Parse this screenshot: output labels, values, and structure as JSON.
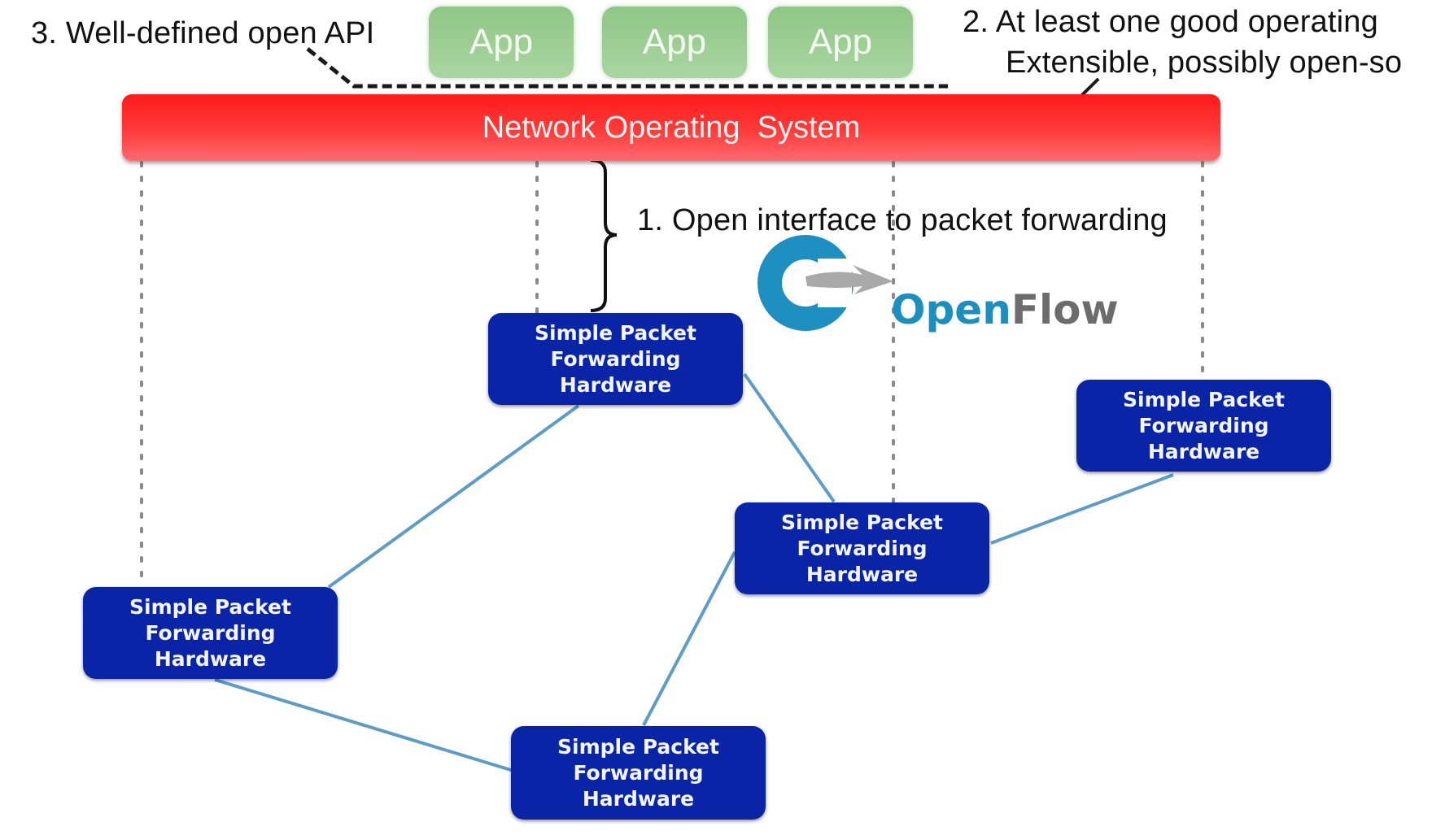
{
  "annotations": {
    "api": "3. Well-defined open API",
    "os_line1": "2. At least one good operating",
    "os_line2": "Extensible, possibly open-so",
    "interface": "1. Open interface to packet forwarding"
  },
  "apps": [
    {
      "label": "App"
    },
    {
      "label": "App"
    },
    {
      "label": "App"
    }
  ],
  "nos": {
    "label": "Network Operating  System"
  },
  "logo": {
    "name": "openflow-logo",
    "word1": "Open",
    "word2": "Flow"
  },
  "hardware": [
    {
      "id": "hw-top",
      "line1": "Simple Packet",
      "line2": "Forwarding",
      "line3": "Hardware"
    },
    {
      "id": "hw-right",
      "line1": "Simple Packet",
      "line2": "Forwarding",
      "line3": "Hardware"
    },
    {
      "id": "hw-middle",
      "line1": "Simple Packet",
      "line2": "Forwarding",
      "line3": "Hardware"
    },
    {
      "id": "hw-left",
      "line1": "Simple Packet",
      "line2": "Forwarding",
      "line3": "Hardware"
    },
    {
      "id": "hw-bottom",
      "line1": "Simple Packet",
      "line2": "Forwarding",
      "line3": "Hardware"
    }
  ],
  "links": [
    {
      "from": "hw-top",
      "to": "hw-left"
    },
    {
      "from": "hw-top",
      "to": "hw-middle"
    },
    {
      "from": "hw-middle",
      "to": "hw-right"
    },
    {
      "from": "hw-middle",
      "to": "hw-bottom"
    },
    {
      "from": "hw-left",
      "to": "hw-bottom"
    }
  ],
  "colors": {
    "nos_red": "#ff2a2a",
    "app_green": "#9ccf93",
    "hardware_blue": "#0a24a8",
    "link_blue": "#5b9cc8",
    "openflow_blue": "#1a8fc0",
    "openflow_gray": "#6c6c6c"
  }
}
